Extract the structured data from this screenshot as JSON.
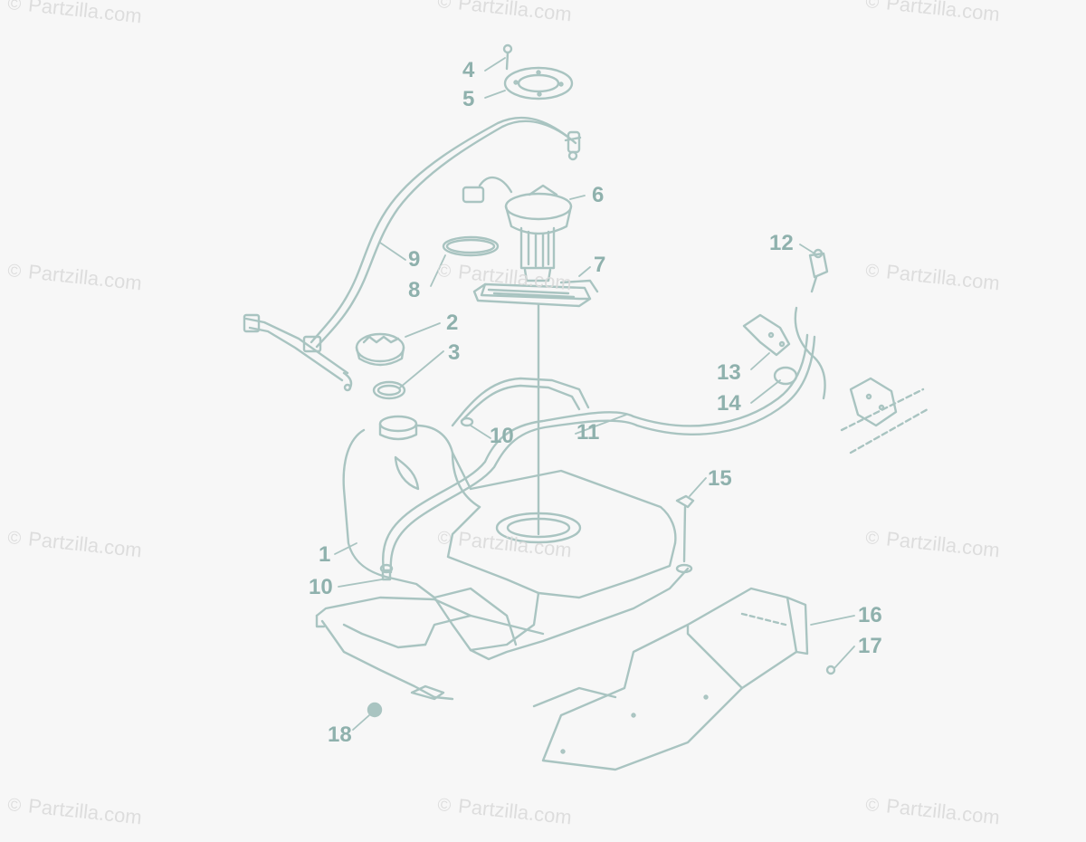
{
  "colors": {
    "background": "#f7f7f7",
    "line": "#a9c4c1",
    "callout": "#8fb1ad",
    "watermark": "#dbdbdb",
    "highlight": "#d9a7b5"
  },
  "callouts": [
    {
      "id": "4",
      "label": "4"
    },
    {
      "id": "5",
      "label": "5"
    },
    {
      "id": "6",
      "label": "6"
    },
    {
      "id": "9",
      "label": "9"
    },
    {
      "id": "8",
      "label": "8"
    },
    {
      "id": "7",
      "label": "7"
    },
    {
      "id": "12",
      "label": "12"
    },
    {
      "id": "2",
      "label": "2"
    },
    {
      "id": "3",
      "label": "3"
    },
    {
      "id": "13",
      "label": "13"
    },
    {
      "id": "14",
      "label": "14"
    },
    {
      "id": "10a",
      "label": "10"
    },
    {
      "id": "11",
      "label": "11"
    },
    {
      "id": "15",
      "label": "15"
    },
    {
      "id": "1",
      "label": "1"
    },
    {
      "id": "10b",
      "label": "10"
    },
    {
      "id": "16",
      "label": "16"
    },
    {
      "id": "17",
      "label": "17"
    },
    {
      "id": "18",
      "label": "18"
    }
  ],
  "watermark": {
    "symbol": "©",
    "text": "Partzilla.com"
  }
}
